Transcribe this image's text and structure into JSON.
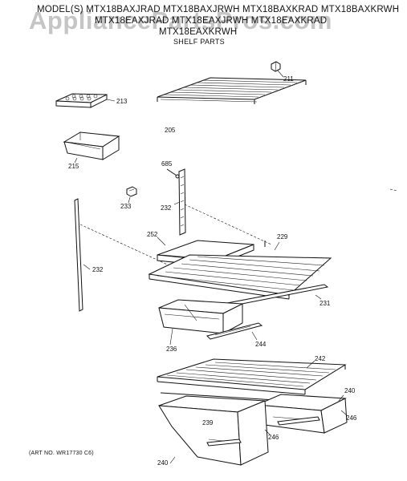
{
  "header": {
    "model_line_1": "MODEL(S) MTX18BAXJRAD  MTX18BAXJRWH  MTX18BAXKRAD  MTX18BAXKRWH",
    "model_line_2": "MTX18EAXJRAD  MTX18EAXJRWH  MTX18EAXKRAD",
    "model_line_3": "MTX18EAXKRWH",
    "subtitle": "SHELF PARTS"
  },
  "watermark": "AppliancePartsPros.com",
  "footer": {
    "art_number": "(ART NO. WR17730 C6)"
  },
  "callouts": {
    "c211": "211",
    "c213": "213",
    "c205": "205",
    "c215": "215",
    "c685": "685",
    "c233": "233",
    "c232a": "232",
    "c232b": "232",
    "c252": "252",
    "c229": "229",
    "c231": "231",
    "c236": "236",
    "c244": "244",
    "c242": "242",
    "c240a": "240",
    "c246a": "246",
    "c239": "239",
    "c246b": "246",
    "c240b": "240"
  }
}
